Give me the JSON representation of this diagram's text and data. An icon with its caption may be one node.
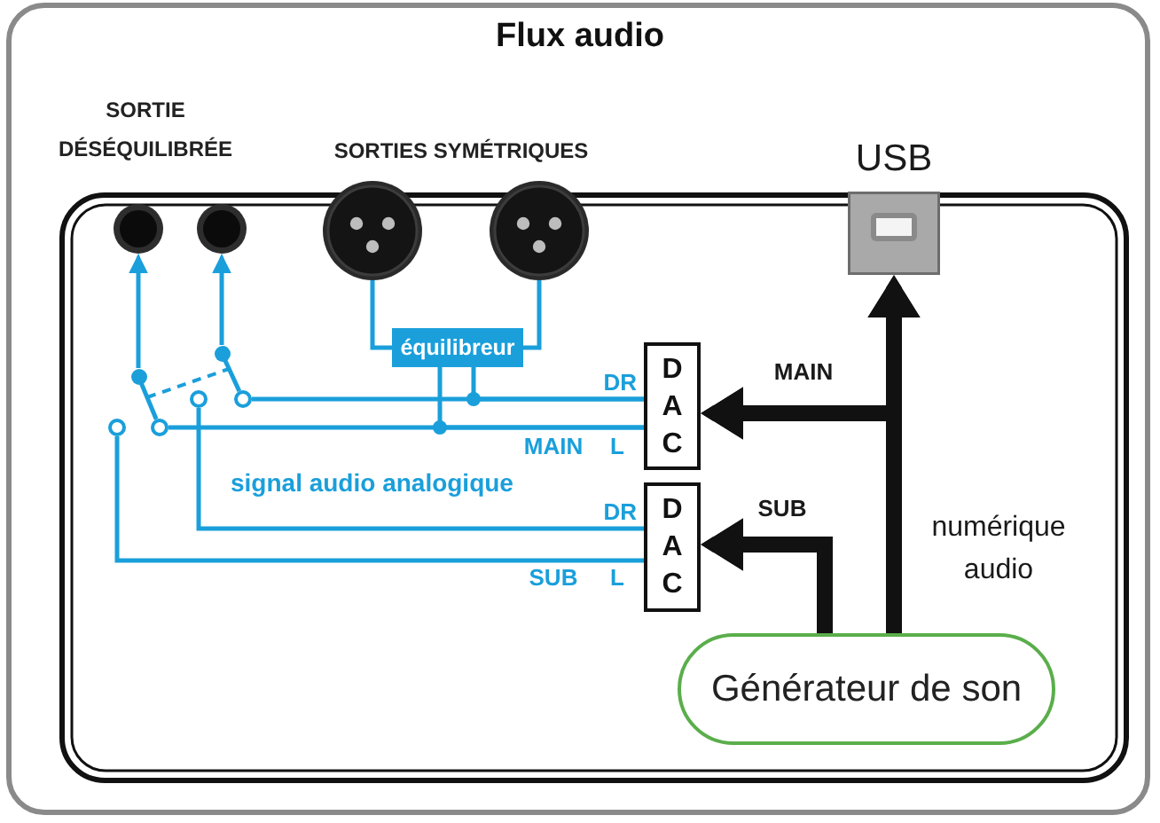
{
  "diagram": {
    "title": "Flux audio",
    "nodes": [
      {
        "text": [],
        "shape": "circle"
      },
      {
        "text": [],
        "shape": "circle"
      },
      {
        "text": [],
        "shape": "circle"
      },
      {
        "text": [],
        "shape": "circle"
      },
      {
        "text": [
          "USB"
        ]
      },
      {
        "text": [
          "équilibreur"
        ]
      },
      {
        "text": [
          "D A C"
        ]
      },
      {
        "text": [
          "D A C"
        ]
      },
      {
        "text": [
          "Générateur de son"
        ]
      },
      {
        "text": [],
        "shape": "circle"
      },
      {
        "text": [],
        "shape": "circle"
      },
      {
        "text": [],
        "shape": "circle"
      },
      {
        "text": [],
        "shape": "circle"
      },
      {
        "text": [],
        "shape": "circle"
      },
      {
        "text": [],
        "shape": "circle"
      }
    ],
    "edges": [
      {
        "from": 8,
        "to": 6,
        "arrow": "to",
        "label": "MAIN",
        "style": "thick",
        "color": "#111111"
      },
      {
        "from": 8,
        "to": 7,
        "arrow": "to",
        "label": "SUB",
        "style": "thick",
        "color": "#111111"
      },
      {
        "from": 8,
        "to": 4,
        "arrow": "to",
        "label": "numérique audio",
        "style": "thick",
        "color": "#111111"
      },
      {
        "from": 6,
        "to": 11,
        "arrow": "none"
      },
      {
        "from": 6,
        "to": 13,
        "arrow": "none"
      },
      {
        "from": 6,
        "to": 5,
        "arrow": "none"
      },
      {
        "from": 6,
        "to": 5,
        "arrow": "none"
      },
      {
        "from": 5,
        "to": 2,
        "arrow": "none"
      },
      {
        "from": 5,
        "to": 3,
        "arrow": "none"
      },
      {
        "from": 7,
        "to": 12,
        "arrow": "none"
      },
      {
        "from": 7,
        "to": 14,
        "arrow": "none"
      },
      {
        "from": 9,
        "to": 0,
        "arrow": "to"
      },
      {
        "from": 10,
        "to": 1,
        "arrow": "to"
      },
      {
        "from": 9,
        "to": 13,
        "arrow": "none"
      },
      {
        "from": 10,
        "to": 11,
        "arrow": "none"
      }
    ],
    "labels": [
      "SORTIE DÉSÉQUILIBRÉE",
      "SORTIES SYMÉTRIQUES",
      "DR",
      "MAIN",
      "L",
      "signal audio analogique",
      "DR",
      "SUB",
      "L"
    ]
  }
}
